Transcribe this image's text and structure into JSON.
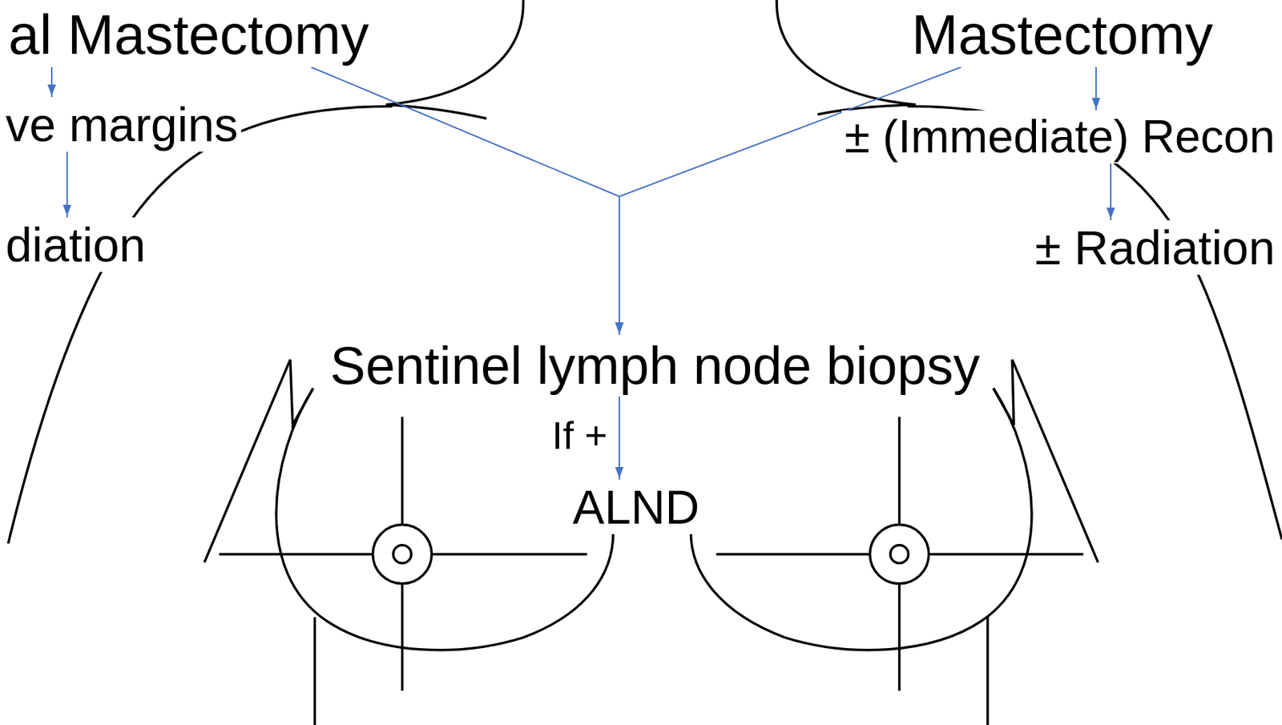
{
  "diagram": {
    "nodes": [
      {
        "text": [
          "al Mastectomy"
        ]
      },
      {
        "text": [
          "Mastectomy"
        ]
      },
      {
        "text": [
          "ve margins"
        ]
      },
      {
        "text": [
          "diation"
        ]
      },
      {
        "text": [
          "± (Immediate) Recon"
        ]
      },
      {
        "text": [
          "± Radiation"
        ]
      },
      {
        "text": [
          "Sentinel lymph node biopsy"
        ]
      },
      {
        "text": [
          "ALND"
        ]
      }
    ],
    "edges": [
      {
        "from": 0,
        "to": 2,
        "arrow": "to"
      },
      {
        "from": 2,
        "to": 3,
        "arrow": "to"
      },
      {
        "from": 1,
        "to": 4,
        "arrow": "to"
      },
      {
        "from": 4,
        "to": 5,
        "arrow": "to"
      },
      {
        "from": 0,
        "to": 6,
        "arrow": "to"
      },
      {
        "from": 1,
        "to": 6,
        "arrow": "to"
      },
      {
        "from": 6,
        "to": 7,
        "label": "If +",
        "arrow": "to"
      }
    ]
  }
}
